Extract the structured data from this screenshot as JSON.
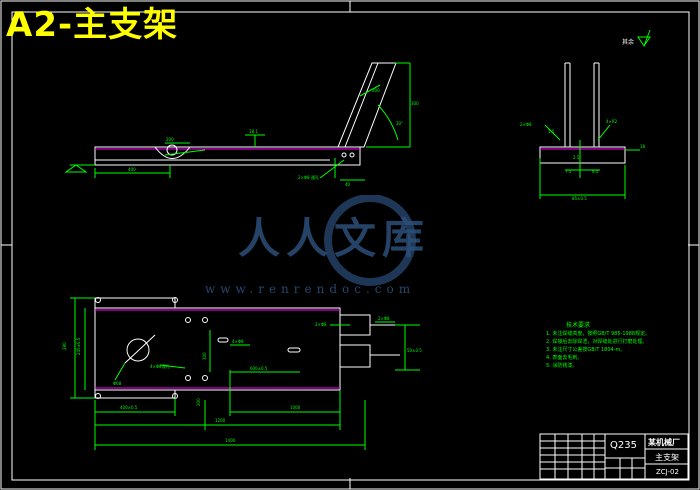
{
  "title": "A2-主支架",
  "watermark": {
    "logo_text": "人人文库",
    "url": "www.renrendoc.com"
  },
  "technical_notes": {
    "heading": "技术要求",
    "items": [
      "1. 未注焊缝高度，按照GB/T 985-1988规定。",
      "2. 焊接后去除焊渣，对焊缝处进行打磨处理。",
      "3. 未注尺寸公差按GB/T 1804-m。",
      "4. 表面去毛刺。",
      "5. 涂防锈漆。"
    ]
  },
  "title_block": {
    "material": "Q235",
    "company": "某机械厂",
    "part_name": "主支架",
    "drawing_number": "ZCJ-02"
  },
  "roughness_note": "其余",
  "colors": {
    "background": "#000000",
    "outline": "#ffffff",
    "dimension": "#00ff00",
    "hidden": "#ff00ff",
    "title": "#ffff00",
    "watermark": "#2c4f7a"
  }
}
